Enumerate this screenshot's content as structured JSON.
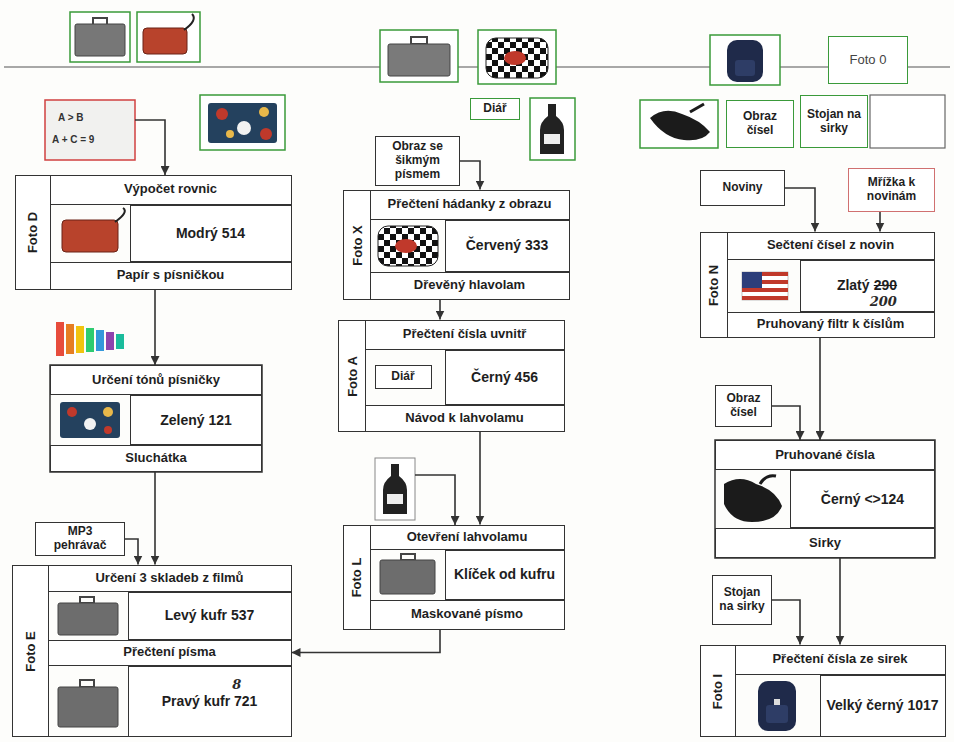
{
  "diagram": {
    "nodes": [
      {
        "text": [
          "Foto 0"
        ]
      },
      {
        "text": [
          "Diář"
        ]
      },
      {
        "text": [
          "Obraz čísel"
        ]
      },
      {
        "text": [
          "Stojan na sirky"
        ]
      },
      {
        "text": [
          "Foto D"
        ]
      },
      {
        "text": [
          "Výpočet rovnic"
        ],
        "in": 4
      },
      {
        "text": [
          "Modrý 514"
        ],
        "in": 4
      },
      {
        "text": [
          "Papír s písničkou"
        ],
        "in": 4
      },
      {
        "text": [
          "Určení tónů písničky"
        ]
      },
      {
        "text": [
          "Zelený 121"
        ]
      },
      {
        "text": [
          "Sluchátka"
        ]
      },
      {
        "text": [
          "MP3 pehrávač"
        ]
      },
      {
        "text": [
          "Foto E"
        ]
      },
      {
        "text": [
          "Určení 3 skladeb z filmů"
        ],
        "in": 12
      },
      {
        "text": [
          "Levý kufr 537"
        ],
        "in": 12
      },
      {
        "text": [
          "Přečtení písma"
        ],
        "in": 12
      },
      {
        "text": [
          "Pravý kufr 721"
        ],
        "in": 12
      },
      {
        "text": [
          "Obraz se šikmým písmem"
        ]
      },
      {
        "text": [
          "Foto X"
        ]
      },
      {
        "text": [
          "Přečtení hádanky z obrazu"
        ],
        "in": 18
      },
      {
        "text": [
          "Červený 333"
        ],
        "in": 18
      },
      {
        "text": [
          "Dřevěný hlavolam"
        ],
        "in": 18
      },
      {
        "text": [
          "Foto A"
        ]
      },
      {
        "text": [
          "Přečtení čísla uvnitř"
        ],
        "in": 22
      },
      {
        "text": [
          "Diář"
        ],
        "in": 22
      },
      {
        "text": [
          "Černý 456"
        ],
        "in": 22
      },
      {
        "text": [
          "Návod k lahvolamu"
        ],
        "in": 22
      },
      {
        "text": [
          "Foto L"
        ]
      },
      {
        "text": [
          "Otevření lahvolamu"
        ],
        "in": 27
      },
      {
        "text": [
          "Klíček od kufru"
        ],
        "in": 27
      },
      {
        "text": [
          "Maskované písmo"
        ],
        "in": 27
      },
      {
        "text": [
          "Noviny"
        ]
      },
      {
        "text": [
          "Mřížka k novinám"
        ]
      },
      {
        "text": [
          "Foto N"
        ]
      },
      {
        "text": [
          "Sečtení čísel z novin"
        ],
        "in": 33
      },
      {
        "text": [
          "Zlatý",
          "290"
        ],
        "in": 33
      },
      {
        "text": [
          "Pruhovaný filtr k číslům"
        ],
        "in": 33
      },
      {
        "text": [
          "Obraz čísel"
        ]
      },
      {
        "text": [
          "Pruhované čísla"
        ]
      },
      {
        "text": [
          "Černý <>124"
        ]
      },
      {
        "text": [
          "Sirky"
        ]
      },
      {
        "text": [
          "Stojan na sirky"
        ]
      },
      {
        "text": [
          "Foto I"
        ]
      },
      {
        "text": [
          "Přečtení čísla ze sirek"
        ],
        "in": 42
      },
      {
        "text": [
          "Velký černý 1017"
        ],
        "in": 42
      }
    ],
    "edges": [
      {
        "from": 7,
        "to": 8,
        "arrow": "to"
      },
      {
        "from": 10,
        "to": 13,
        "arrow": "to"
      },
      {
        "from": 11,
        "to": 13,
        "arrow": "to"
      },
      {
        "from": 17,
        "to": 19,
        "arrow": "to"
      },
      {
        "from": 21,
        "to": 23,
        "arrow": "to"
      },
      {
        "from": 26,
        "to": 28,
        "arrow": "to"
      },
      {
        "from": 30,
        "to": 15,
        "arrow": "to"
      },
      {
        "from": 31,
        "to": 34,
        "arrow": "to"
      },
      {
        "from": 32,
        "to": 34,
        "arrow": "to"
      },
      {
        "from": 36,
        "to": 38,
        "arrow": "to"
      },
      {
        "from": 37,
        "to": 38,
        "arrow": "to"
      },
      {
        "from": 40,
        "to": 43,
        "arrow": "to"
      },
      {
        "from": 41,
        "to": 43,
        "arrow": "to"
      }
    ],
    "labels": [
      "A > B",
      "A + C = 9",
      "8",
      "200"
    ]
  }
}
